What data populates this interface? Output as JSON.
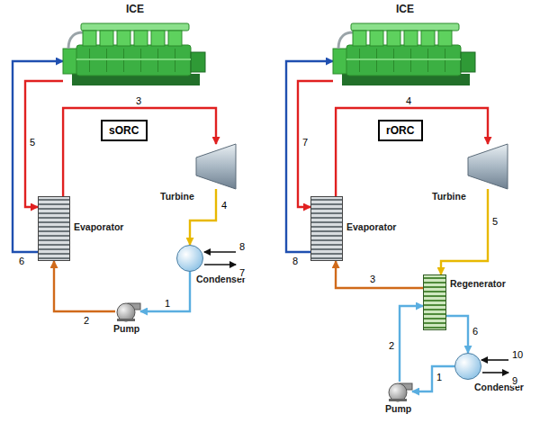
{
  "diagram": {
    "nodes": [
      {
        "text": [
          "ICE"
        ]
      },
      {
        "text": [
          "sORC"
        ]
      },
      {
        "text": [
          "Evaporator"
        ]
      },
      {
        "text": [
          "Turbine"
        ]
      },
      {
        "text": [
          "Condenser"
        ]
      },
      {
        "text": [
          "Pump"
        ]
      },
      {
        "text": [
          "ICE"
        ]
      },
      {
        "text": [
          "rORC"
        ]
      },
      {
        "text": [
          "Evaporator"
        ]
      },
      {
        "text": [
          "Turbine"
        ]
      },
      {
        "text": [
          "Regenerator"
        ]
      },
      {
        "text": [
          "Condenser"
        ]
      },
      {
        "text": [
          "Pump"
        ]
      }
    ],
    "edges": [
      {
        "from": 0,
        "to": 2,
        "label": "5",
        "arrow": "to"
      },
      {
        "from": 2,
        "to": 0,
        "label": "6",
        "arrow": "to"
      },
      {
        "from": 2,
        "to": 3,
        "label": "3",
        "arrow": "to"
      },
      {
        "from": 3,
        "to": 4,
        "label": "4",
        "arrow": "to"
      },
      {
        "from": 4,
        "to": 5,
        "label": "1",
        "arrow": "to"
      },
      {
        "from": 5,
        "to": 2,
        "label": "2",
        "arrow": "to"
      },
      {
        "from": 6,
        "to": 8,
        "label": "7",
        "arrow": "to"
      },
      {
        "from": 8,
        "to": 6,
        "label": "8",
        "arrow": "to"
      },
      {
        "from": 8,
        "to": 9,
        "label": "4",
        "arrow": "to"
      },
      {
        "from": 9,
        "to": 10,
        "label": "5",
        "arrow": "to"
      },
      {
        "from": 10,
        "to": 11,
        "label": "6",
        "arrow": "to"
      },
      {
        "from": 11,
        "to": 12,
        "label": "1",
        "arrow": "to"
      },
      {
        "from": 12,
        "to": 10,
        "label": "2",
        "arrow": "to"
      },
      {
        "from": 10,
        "to": 8,
        "label": "3",
        "arrow": "to"
      }
    ],
    "labels": [
      "8",
      "7",
      "10",
      "9"
    ]
  }
}
